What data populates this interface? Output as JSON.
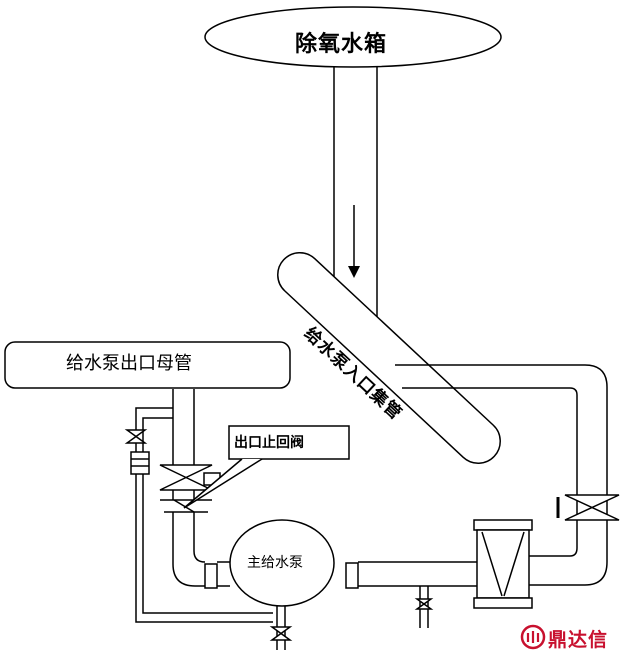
{
  "labels": {
    "deaerator_tank": "除氧水箱",
    "pump_outlet_header": "给水泵出口母管",
    "pump_inlet_manifold": "给水泵入口集管",
    "outlet_check_valve": "出口止回阀",
    "main_feed_pump": "主给水泵"
  },
  "watermark": {
    "text": "鼎达信",
    "color": "#c8102e"
  }
}
